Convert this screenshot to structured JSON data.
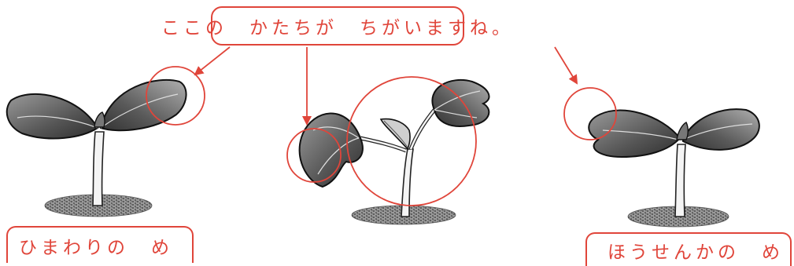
{
  "callout": {
    "text": "ここの　かたちが　ちがいますね。"
  },
  "plants": [
    {
      "label": "ひまわりの　め"
    },
    {
      "label": "ほうせんかの　め"
    }
  ],
  "colors": {
    "accent": "#e0453a",
    "leaf_dark": "#444444",
    "leaf_light": "#b5b5b5",
    "soil": "#777777"
  }
}
